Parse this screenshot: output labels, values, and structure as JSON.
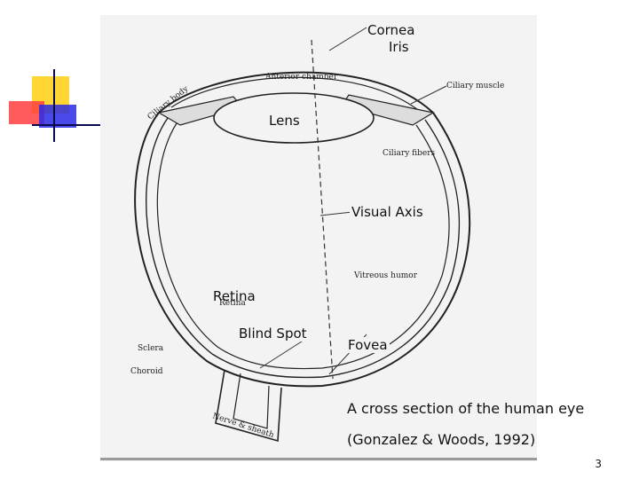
{
  "labels": {
    "cornea": "Cornea",
    "iris": "Iris",
    "lens": "Lens",
    "visual_axis": "Visual Axis",
    "retina": "Retina",
    "blind_spot": "Blind Spot",
    "fovea": "Fovea"
  },
  "scan_labels": {
    "anterior_chamber": "Anterior chamber",
    "ciliary_body": "Ciliary body",
    "ciliary_muscle": "Ciliary muscle",
    "ciliary_fibers": "Ciliary fibers",
    "vitreous_humor": "Vitreous humor",
    "retina_small": "Retina",
    "sclera": "Sclera",
    "choroid": "Choroid",
    "nerve_sheath": "Nerve & sheath"
  },
  "caption": {
    "line1": "A cross section of the human eye",
    "line2": "(Gonzalez & Woods, 1992)"
  },
  "page_number": "3",
  "colors": {
    "yellow": "#ffd21e",
    "red": "#ff3e3e",
    "blue": "#2a2ae6"
  }
}
